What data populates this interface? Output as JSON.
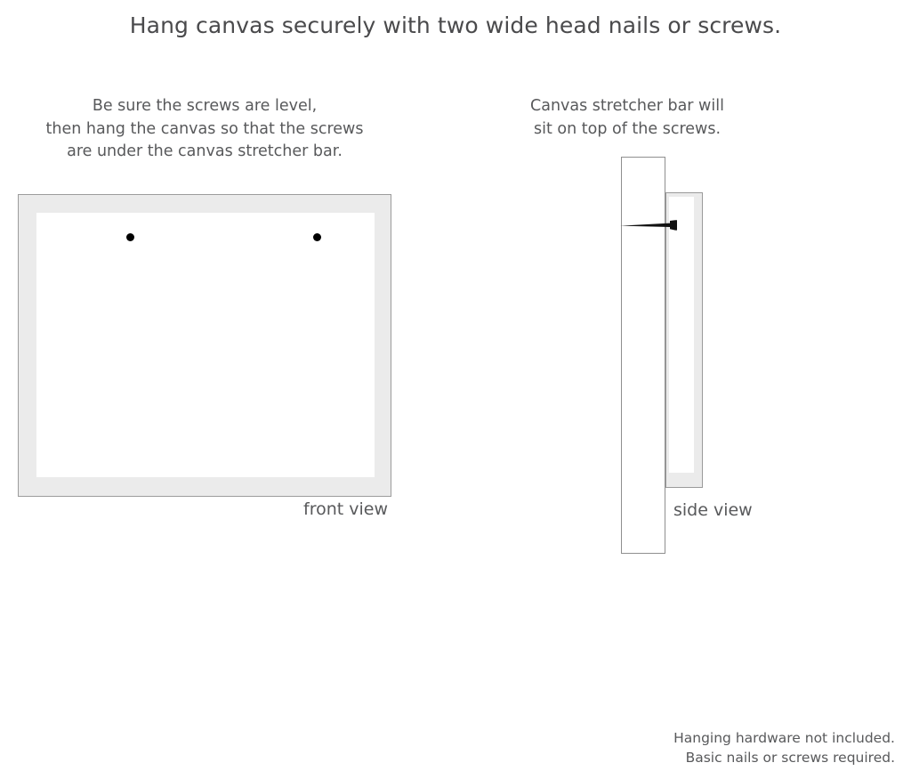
{
  "headline": "Hang canvas securely with two wide head nails or screws.",
  "captions": {
    "left": {
      "line1": "Be sure the screws are level,",
      "line2": "then hang the canvas so that the screws",
      "line3": "are under the canvas stretcher bar."
    },
    "right": {
      "line1": "Canvas stretcher bar will",
      "line2": "sit on top of the screws."
    }
  },
  "diagrams": {
    "front": {
      "label": "front view",
      "screw_count": 2,
      "frame_color": "#ebebeb",
      "frame_border_color": "#9c9c9c",
      "canvas_face_color": "#ffffff",
      "screw_marker_color": "#000000"
    },
    "side": {
      "label": "side view",
      "wall_color": "#ffffff",
      "wall_border_color": "#8f8f8f",
      "stretcher_bar_color": "#ebebeb",
      "stretcher_bar_border_color": "#9a9a9a",
      "screw_color": "#000000"
    }
  },
  "footer": {
    "line1": "Hanging hardware not included.",
    "line2": "Basic nails or screws required."
  },
  "theme": {
    "background": "#ffffff",
    "text_color": "#58595b"
  }
}
